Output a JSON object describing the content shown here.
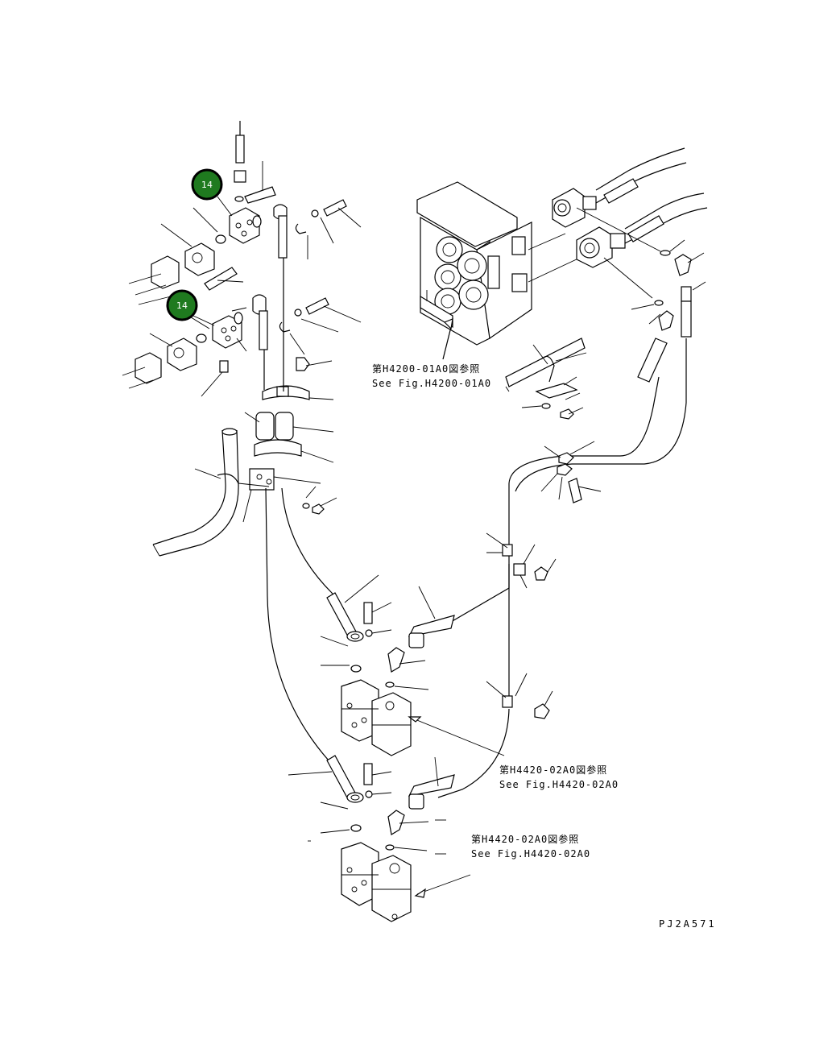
{
  "callouts": [
    {
      "number": "14",
      "color": "#1f7a1f"
    },
    {
      "number": "14",
      "color": "#1f7a1f"
    }
  ],
  "references": [
    {
      "jp": "第H4200-01A0図参照",
      "en": "See Fig.H4200-01A0"
    },
    {
      "jp": "第H4420-02A0図参照",
      "en": "See Fig.H4420-02A0"
    },
    {
      "jp": "第H4420-02A0図参照",
      "en": "See Fig.H4420-02A0"
    }
  ],
  "drawing_code": "PJ2A571"
}
